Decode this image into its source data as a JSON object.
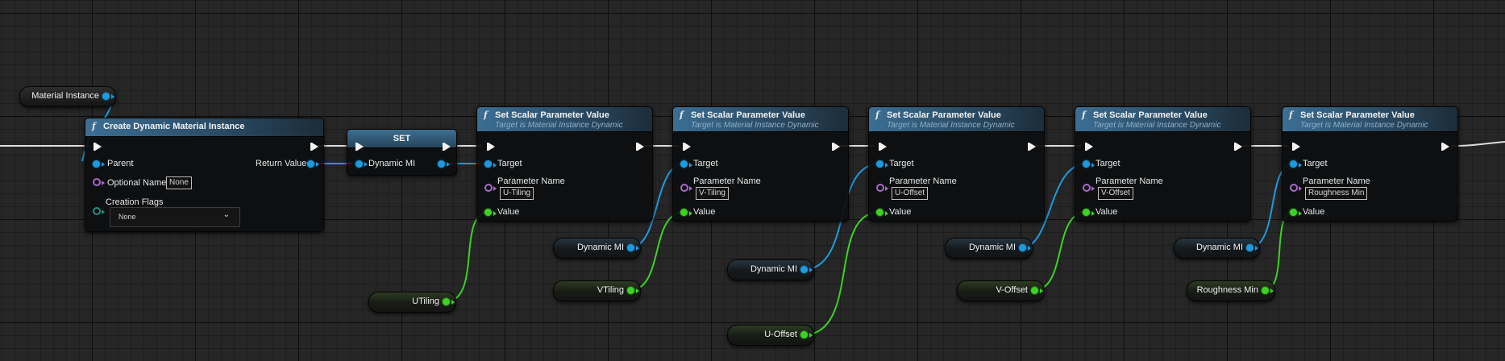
{
  "colors": {
    "exec_wire": "#e6e6e6",
    "object_pin": "#1c9be0",
    "float_pin": "#3cd224",
    "name_pin": "#a86ac8",
    "byte_pin": "#2a8c84",
    "function_header": "#3c6e93"
  },
  "icons": {
    "function": "f",
    "dropdown": "chevron-down-icon"
  },
  "material_instance_node": {
    "label": "Material Instance"
  },
  "create_node": {
    "title": "Create Dynamic Material Instance",
    "parent_label": "Parent",
    "return_label": "Return Value",
    "optional_name_label": "Optional Name",
    "optional_name_value": "None",
    "creation_flags_label": "Creation Flags",
    "creation_flags_value": "None"
  },
  "set_node": {
    "title": "SET",
    "var_label": "Dynamic MI"
  },
  "scalar_nodes": [
    {
      "title": "Set Scalar Parameter Value",
      "subtitle": "Target is Material Instance Dynamic",
      "target_label": "Target",
      "param_label": "Parameter Name",
      "param_value": "U-Tiling",
      "value_label": "Value"
    },
    {
      "title": "Set Scalar Parameter Value",
      "subtitle": "Target is Material Instance Dynamic",
      "target_label": "Target",
      "param_label": "Parameter Name",
      "param_value": "V-Tiling",
      "value_label": "Value"
    },
    {
      "title": "Set Scalar Parameter Value",
      "subtitle": "Target is Material Instance Dynamic",
      "target_label": "Target",
      "param_label": "Parameter Name",
      "param_value": "U-Offset",
      "value_label": "Value"
    },
    {
      "title": "Set Scalar Parameter Value",
      "subtitle": "Target is Material Instance Dynamic",
      "target_label": "Target",
      "param_label": "Parameter Name",
      "param_value": "V-Offset",
      "value_label": "Value"
    },
    {
      "title": "Set Scalar Parameter Value",
      "subtitle": "Target is Material Instance Dynamic",
      "target_label": "Target",
      "param_label": "Parameter Name",
      "param_value": "Roughness Min",
      "value_label": "Value"
    }
  ],
  "get_nodes": {
    "dynamic_mi_1": "Dynamic MI",
    "dynamic_mi_2": "Dynamic MI",
    "dynamic_mi_3": "Dynamic MI",
    "dynamic_mi_4": "Dynamic MI",
    "utiling": "UTiling",
    "vtiling": "VTiling",
    "uoffset": "U-Offset",
    "voffset": "V-Offset",
    "roughness_min": "Roughness Min"
  }
}
